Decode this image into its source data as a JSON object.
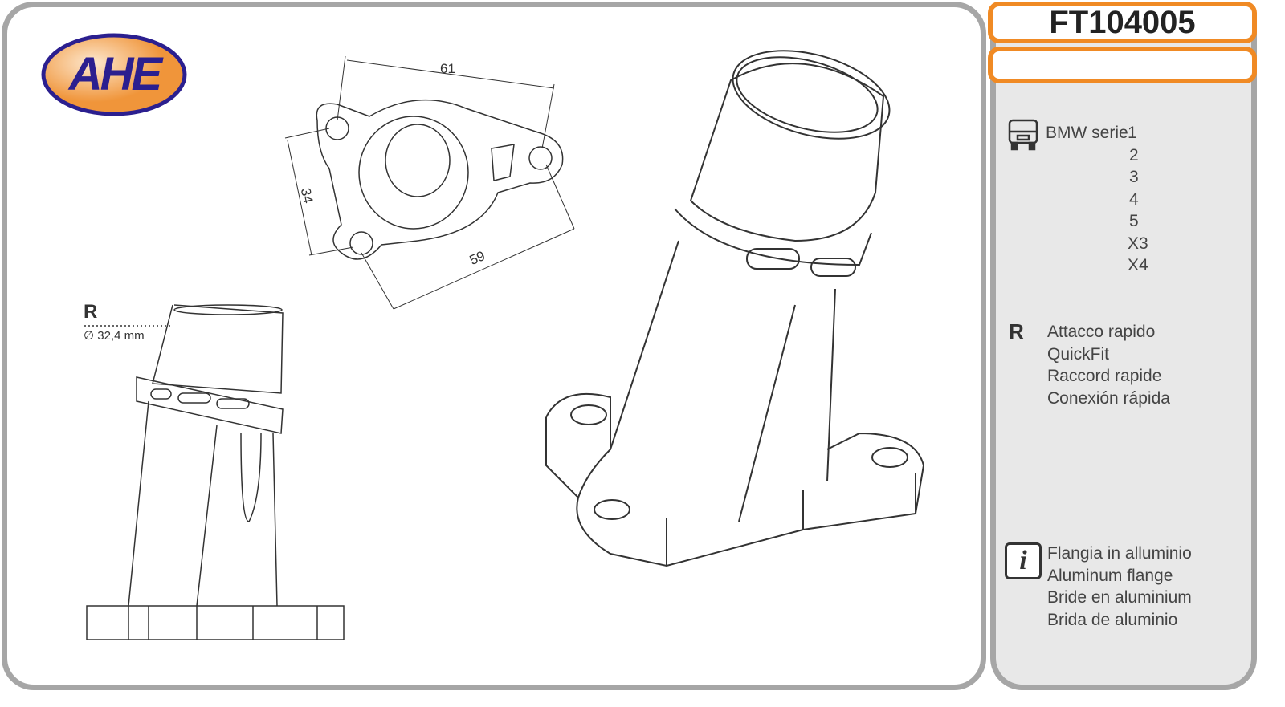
{
  "header": {
    "product_code": "FT104005",
    "subtitle": ""
  },
  "brand": {
    "logo_text": "AHE",
    "colors": {
      "orange": "#f08a24",
      "navy": "#2b1f8f",
      "border": "#a6a6a6"
    }
  },
  "drawing": {
    "dim_width_top": "61",
    "dim_height": "34",
    "dim_width_bottom": "59",
    "r_label": "R",
    "diameter": "∅ 32,4 mm"
  },
  "applications": {
    "icon": "vehicle-icon",
    "make": "BMW serie",
    "series": [
      "1",
      "2",
      "3",
      "4",
      "5",
      "X3",
      "X4"
    ]
  },
  "connection": {
    "icon_letter": "R",
    "lines": [
      "Attacco rapido",
      "QuickFit",
      "Raccord rapide",
      "Conexión rápida"
    ]
  },
  "info": {
    "icon": "info-icon",
    "lines": [
      "Flangia in alluminio",
      "Aluminum flange",
      "Bride en aluminium",
      "Brida de aluminio"
    ]
  }
}
